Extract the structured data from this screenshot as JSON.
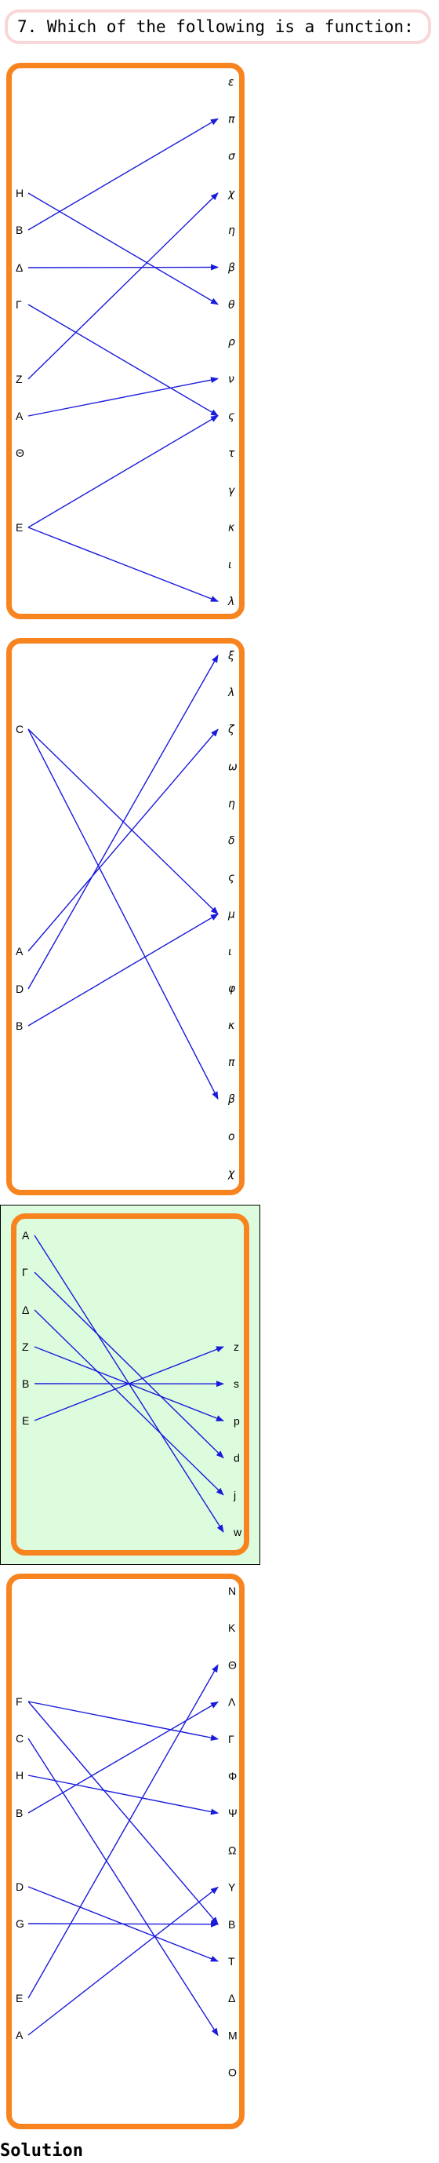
{
  "question": {
    "text": "7. Which of the following is a function:"
  },
  "solution": {
    "text": "Solution"
  },
  "panels": [
    {
      "left": [
        "H",
        "B",
        "Δ",
        "Γ",
        "Z",
        "A",
        "Θ",
        "E"
      ],
      "right": [
        "ε",
        "π",
        "σ",
        "χ",
        "η",
        "β",
        "θ",
        "ρ",
        "ν",
        "ς",
        "τ",
        "γ",
        "κ",
        "ι",
        "λ"
      ],
      "right_style": "italic",
      "arrows": [
        [
          "H",
          "θ"
        ],
        [
          "B",
          "π"
        ],
        [
          "Δ",
          "β"
        ],
        [
          "Γ",
          "ς"
        ],
        [
          "Z",
          "χ"
        ],
        [
          "A",
          "ν"
        ],
        [
          "E",
          "ς"
        ],
        [
          "E",
          "λ"
        ]
      ]
    },
    {
      "left": [
        "C",
        "A",
        "D",
        "B"
      ],
      "right": [
        "ξ",
        "λ",
        "ζ",
        "ω",
        "η",
        "δ",
        "ς",
        "μ",
        "ι",
        "φ",
        "κ",
        "π",
        "β",
        "ο",
        "χ"
      ],
      "right_style": "italic",
      "arrows": [
        [
          "C",
          "μ"
        ],
        [
          "C",
          "β"
        ],
        [
          "A",
          "ζ"
        ],
        [
          "D",
          "ξ"
        ],
        [
          "B",
          "μ"
        ]
      ]
    },
    {
      "left": [
        "A",
        "Γ",
        "Δ",
        "Z",
        "B",
        "E"
      ],
      "right": [
        "z",
        "s",
        "p",
        "d",
        "j",
        "w"
      ],
      "right_style": "upright",
      "highlighted": true,
      "arrows": [
        [
          "A",
          "w"
        ],
        [
          "Γ",
          "d"
        ],
        [
          "Δ",
          "j"
        ],
        [
          "Z",
          "p"
        ],
        [
          "B",
          "s"
        ],
        [
          "E",
          "z"
        ]
      ]
    },
    {
      "left": [
        "F",
        "C",
        "H",
        "B",
        "D",
        "G",
        "E",
        "A"
      ],
      "right": [
        "N",
        "K",
        "Θ",
        "Λ",
        "Γ",
        "Φ",
        "Ψ",
        "Ω",
        "Y",
        "B",
        "T",
        "Δ",
        "M",
        "O"
      ],
      "right_style": "upright",
      "arrows": [
        [
          "F",
          "Γ"
        ],
        [
          "F",
          "B"
        ],
        [
          "C",
          "M"
        ],
        [
          "H",
          "Ψ"
        ],
        [
          "B",
          "Λ"
        ],
        [
          "D",
          "T"
        ],
        [
          "G",
          "B"
        ],
        [
          "E",
          "Θ"
        ],
        [
          "A",
          "Y"
        ]
      ]
    }
  ],
  "colors": {
    "arrow": "#1a1adb",
    "frame": "#f7841f",
    "highlight": "#ddfbdd",
    "question_border": "#f9d7d9"
  }
}
